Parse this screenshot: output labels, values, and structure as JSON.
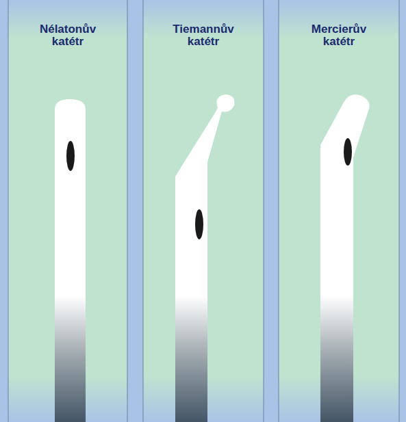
{
  "diagram": {
    "nodes": [
      {
        "text": [
          "Nélatonův katétr"
        ]
      },
      {
        "text": [
          "Tiemannův katétr"
        ]
      },
      {
        "text": [
          "Mercierův katétr"
        ]
      }
    ]
  }
}
